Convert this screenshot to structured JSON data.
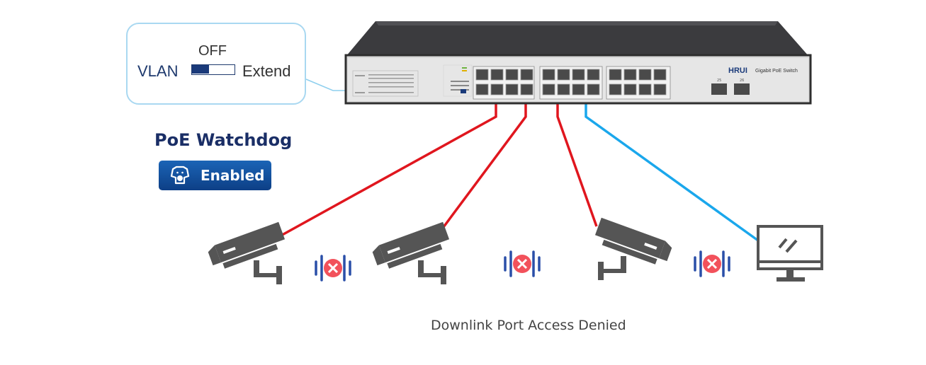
{
  "vlan_panel": {
    "state_label": "OFF",
    "left_label": "VLAN",
    "right_label": "Extend"
  },
  "poe_watchdog": {
    "title": "PoE Watchdog",
    "badge_label": "Enabled"
  },
  "switch": {
    "brand": "HRUI",
    "model_label": "Gigabit PoE Switch",
    "sfp_labels": [
      "25",
      "26"
    ]
  },
  "caption": "Downlink Port Access Denied",
  "colors": {
    "denied_link": "#e0161e",
    "active_link": "#1aa7ec",
    "device_gray": "#555555",
    "badge_blue": "#0d4a95",
    "panel_border": "#a9d8f1",
    "signal_blue": "#2a4fa8",
    "denied_icon": "#f2515b"
  },
  "devices": [
    {
      "icon": "security-camera-icon",
      "link": "denied"
    },
    {
      "icon": "security-camera-icon",
      "link": "denied"
    },
    {
      "icon": "security-camera-icon",
      "link": "denied"
    },
    {
      "icon": "monitor-icon",
      "link": "active"
    }
  ]
}
